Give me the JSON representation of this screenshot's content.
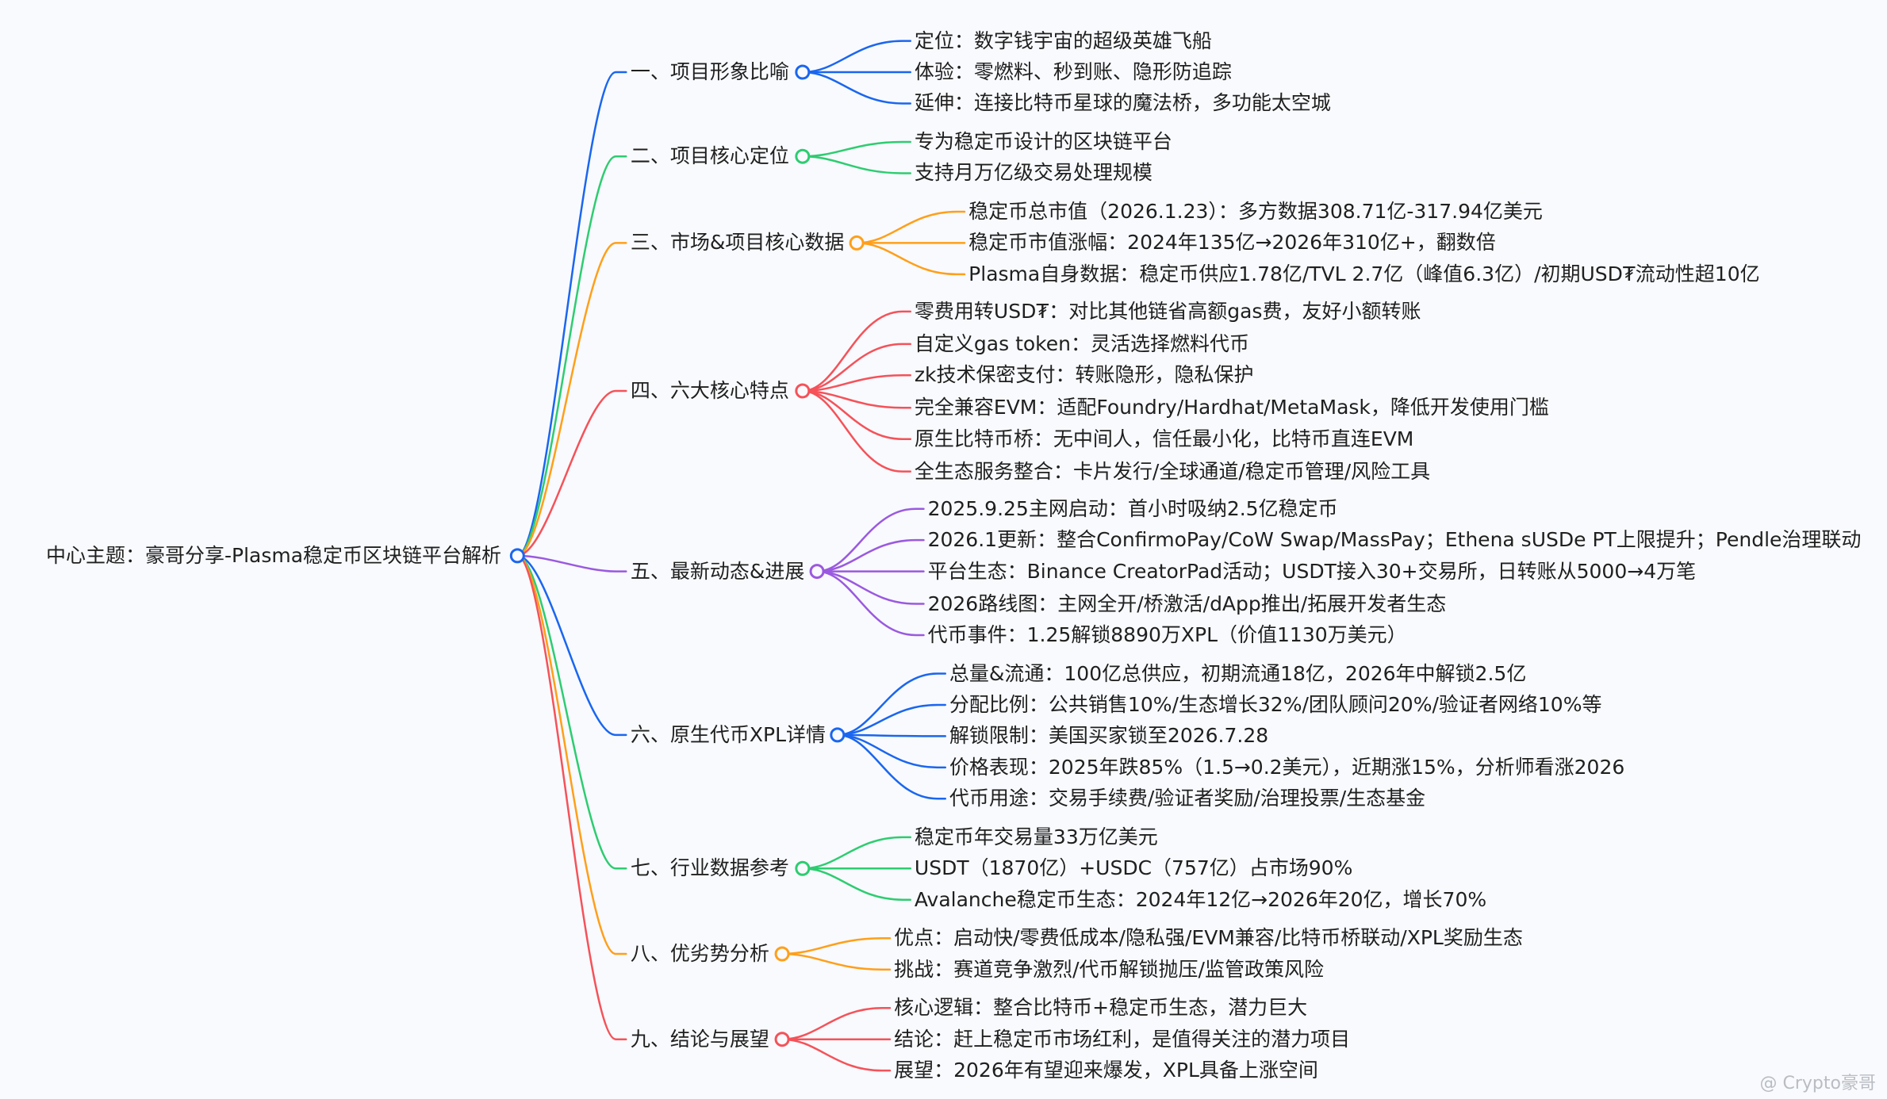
{
  "root": {
    "label": "中心主题：豪哥分享-Plasma稳定币区块链平台解析",
    "color": "#1a66f0"
  },
  "branches": [
    {
      "label": "一、项目形象比喻",
      "color": "#1a66f0",
      "children": [
        "定位：数字钱宇宙的超级英雄飞船",
        "体验：零燃料、秒到账、隐形防追踪",
        "延伸：连接比特币星球的魔法桥，多功能太空城"
      ]
    },
    {
      "label": "二、项目核心定位",
      "color": "#2ecc71",
      "children": [
        "专为稳定币设计的区块链平台",
        "支持月万亿级交易处理规模"
      ]
    },
    {
      "label": "三、市场&项目核心数据",
      "color": "#ff9f1a",
      "children": [
        "稳定币总市值（2026.1.23）：多方数据308.71亿-317.94亿美元",
        "稳定币市值涨幅：2024年135亿→2026年310亿+，翻数倍",
        "Plasma自身数据：稳定币供应1.78亿/TVL 2.7亿（峰值6.3亿）/初期USD₮流动性超10亿"
      ]
    },
    {
      "label": "四、六大核心特点",
      "color": "#f5525a",
      "children": [
        "零费用转USD₮：对比其他链省高额gas费，友好小额转账",
        "自定义gas token：灵活选择燃料代币",
        "zk技术保密支付：转账隐形，隐私保护",
        "完全兼容EVM：适配Foundry/Hardhat/MetaMask，降低开发使用门槛",
        "原生比特币桥：无中间人，信任最小化，比特币直连EVM",
        "全生态服务整合：卡片发行/全球通道/稳定币管理/风险工具"
      ]
    },
    {
      "label": "五、最新动态&进展",
      "color": "#9b59e0",
      "children": [
        "2025.9.25主网启动：首小时吸纳2.5亿稳定币",
        "2026.1更新：整合ConfirmoPay/CoW Swap/MassPay；Ethena sUSDe PT上限提升；Pendle治理联动",
        "平台生态：Binance CreatorPad活动；USDT接入30+交易所，日转账从5000→4万笔",
        "2026路线图：主网全开/桥激活/dApp推出/拓展开发者生态",
        "代币事件：1.25解锁8890万XPL（价值1130万美元）"
      ]
    },
    {
      "label": "六、原生代币XPL详情",
      "color": "#1a66f0",
      "children": [
        "总量&流通：100亿总供应，初期流通18亿，2026年中解锁2.5亿",
        "分配比例：公共销售10%/生态增长32%/团队顾问20%/验证者网络10%等",
        "解锁限制：美国买家锁至2026.7.28",
        "价格表现：2025年跌85%（1.5→0.2美元），近期涨15%，分析师看涨2026",
        "代币用途：交易手续费/验证者奖励/治理投票/生态基金"
      ]
    },
    {
      "label": "七、行业数据参考",
      "color": "#2ecc71",
      "children": [
        "稳定币年交易量33万亿美元",
        "USDT（1870亿）+USDC（757亿）占市场90%",
        "Avalanche稳定币生态：2024年12亿→2026年20亿，增长70%"
      ]
    },
    {
      "label": "八、优劣势分析",
      "color": "#ff9f1a",
      "children": [
        "优点：启动快/零费低成本/隐私强/EVM兼容/比特币桥联动/XPL奖励生态",
        "挑战：赛道竞争激烈/代币解锁抛压/监管政策风险"
      ]
    },
    {
      "label": "九、结论与展望",
      "color": "#f5525a",
      "children": [
        "核心逻辑：整合比特币+稳定币生态，潜力巨大",
        "结论：赶上稳定币市场红利，是值得关注的潜力项目",
        "展望：2026年有望迎来爆发，XPL具备上涨空间"
      ]
    }
  ],
  "watermark": "@ Crypto豪哥"
}
